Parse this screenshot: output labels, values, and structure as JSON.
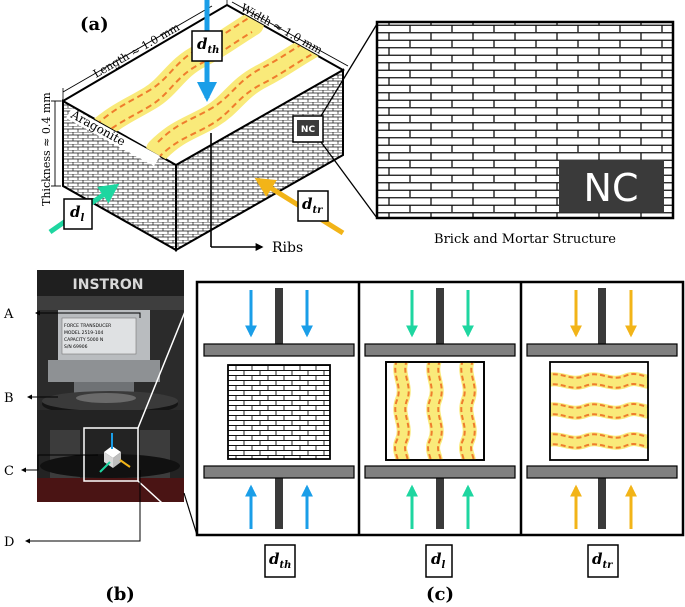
{
  "panels": {
    "a": {
      "label": "(a)",
      "dim_length": "Length ≈ 1.0 mm",
      "dim_width": "Width ≈ 1.0 mm",
      "dim_thickness": "Thickness ≈ 0.4 mm",
      "material": "Aragonite",
      "nc_tag": "NC",
      "ribs": "Ribs",
      "dir_th": "d",
      "dir_th_sub": "th",
      "dir_l": "d",
      "dir_l_sub": "l",
      "dir_tr": "d",
      "dir_tr_sub": "tr",
      "zoom_label": "NC",
      "zoom_caption": "Brick and Mortar Structure"
    },
    "b": {
      "label": "(b)",
      "brand": "INSTRON",
      "plate_lines": [
        "FORCE TRANSDUCER",
        "MODEL  2519-104",
        "CAPACITY 5000 N",
        "S/N  69906"
      ],
      "callouts": [
        "A",
        "B",
        "C",
        "D"
      ]
    },
    "c": {
      "label": "(c)",
      "columns": [
        {
          "name": "d",
          "sub": "th"
        },
        {
          "name": "d",
          "sub": "l"
        },
        {
          "name": "d",
          "sub": "tr"
        }
      ]
    }
  },
  "colors": {
    "blue": "#1a9ee8",
    "green": "#1ed6a0",
    "gold": "#f2b418",
    "rib_fill": "#f9ea7a",
    "rib_dash": "#ef7d2d",
    "nc_box": "#3a3a3a"
  }
}
